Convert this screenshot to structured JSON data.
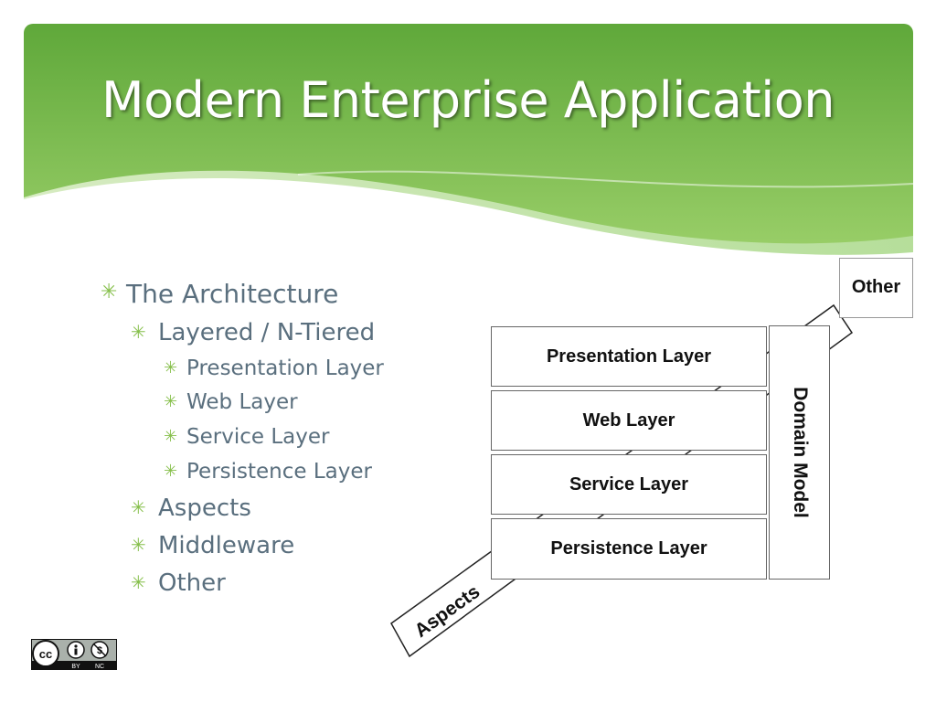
{
  "slide": {
    "title": "Modern Enterprise Application"
  },
  "bullets": [
    {
      "level": 1,
      "text": "The Architecture"
    },
    {
      "level": 2,
      "text": "Layered / N-Tiered"
    },
    {
      "level": 3,
      "text": "Presentation Layer"
    },
    {
      "level": 3,
      "text": "Web Layer"
    },
    {
      "level": 3,
      "text": "Service Layer"
    },
    {
      "level": 3,
      "text": "Persistence Layer"
    },
    {
      "level": 2,
      "text": "Aspects"
    },
    {
      "level": 2,
      "text": "Middleware"
    },
    {
      "level": 2,
      "text": "Other"
    }
  ],
  "bullet_glyph": "✳",
  "diagram": {
    "layers": [
      "Presentation Layer",
      "Web Layer",
      "Service Layer",
      "Persistence Layer"
    ],
    "domain_model": "Domain Model",
    "aspects": "Aspects",
    "other": "Other"
  },
  "license_badge": {
    "cc": "cc",
    "by": "BY",
    "nc": "NC"
  },
  "colors": {
    "header_green": "#5fa83a",
    "accent_green": "#86bf4b",
    "body_text": "#5a6f7e"
  }
}
